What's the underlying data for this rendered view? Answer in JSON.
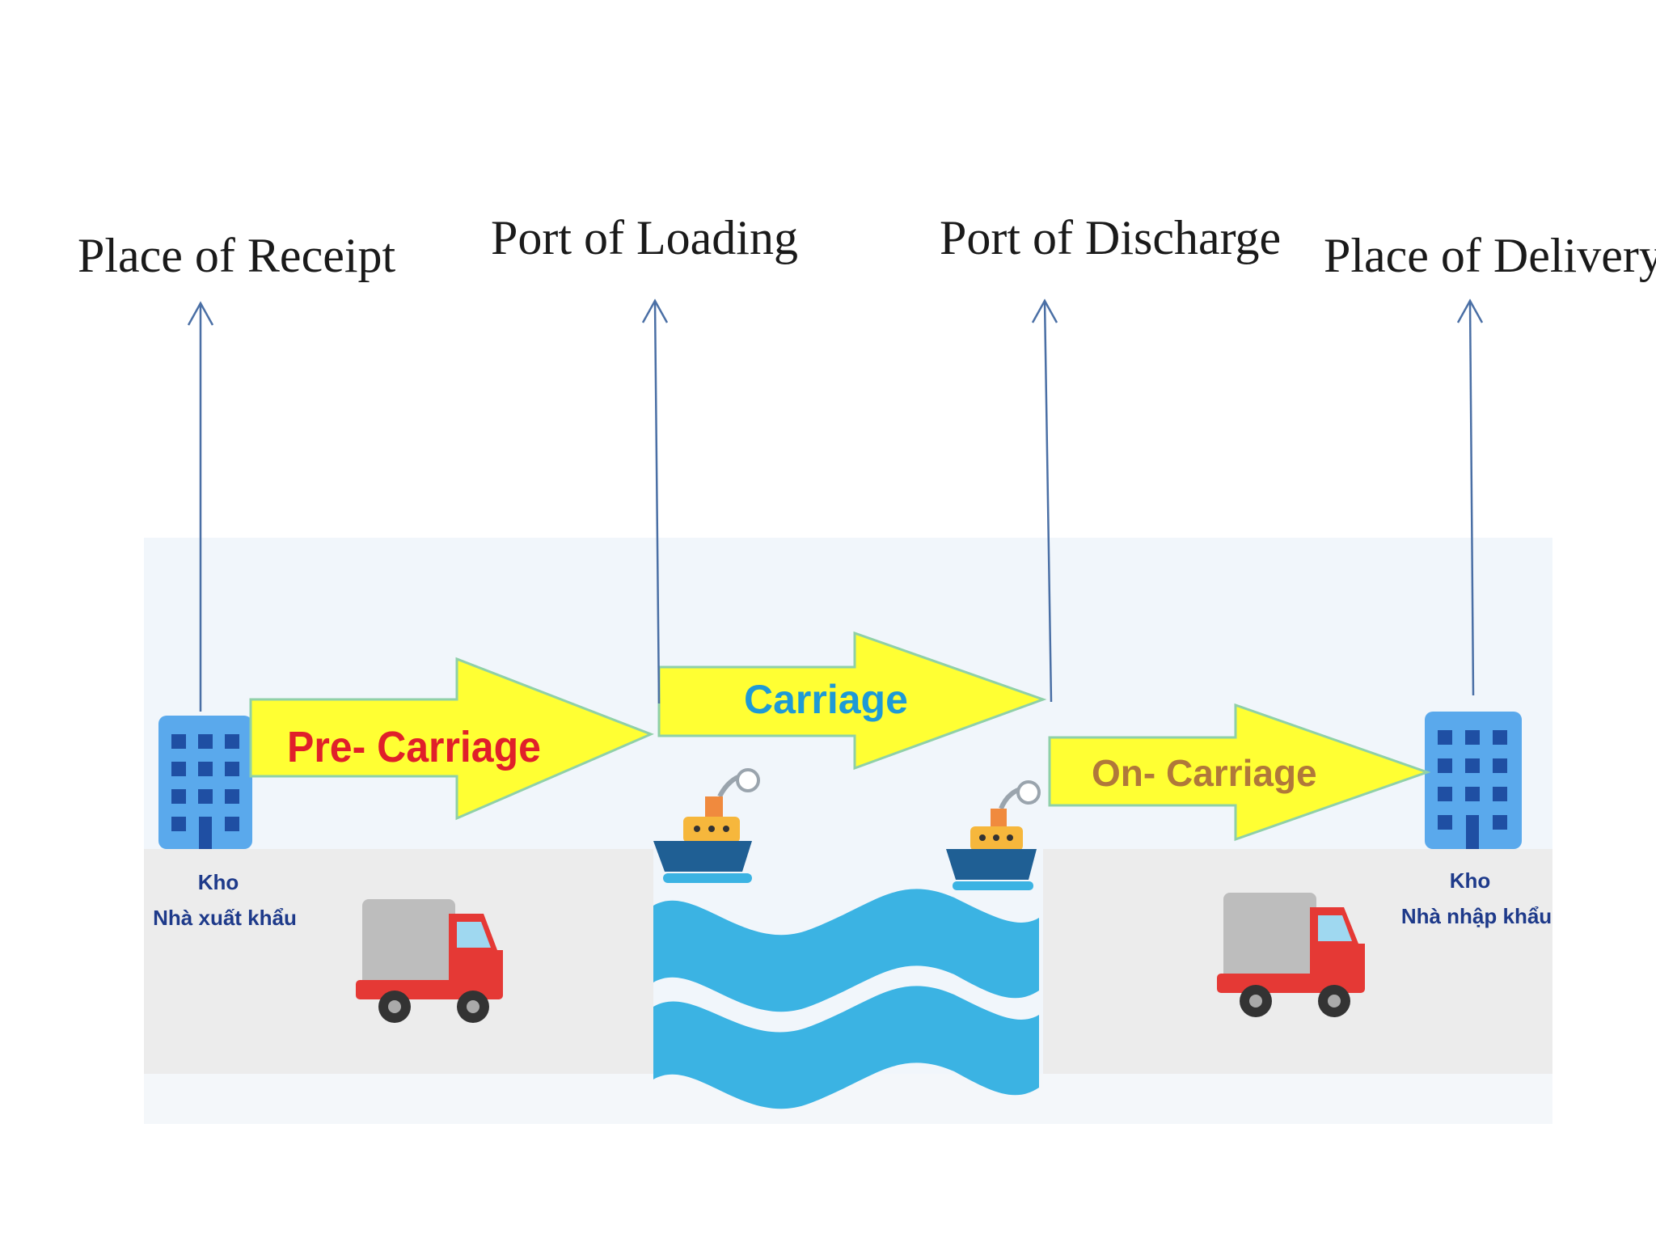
{
  "points": [
    {
      "id": "place-of-receipt",
      "label": "Place of Receipt"
    },
    {
      "id": "port-of-loading",
      "label": "Port of Loading"
    },
    {
      "id": "port-of-discharge",
      "label": "Port of Discharge"
    },
    {
      "id": "place-of-delivery",
      "label": "Place of Delivery"
    }
  ],
  "legs": {
    "pre_carriage": "Pre- Carriage",
    "carriage": "Carriage",
    "on_carriage": "On- Carriage"
  },
  "warehouses": {
    "exporter": {
      "line1": "Kho",
      "line2": "Nhà xuất khẩu"
    },
    "importer": {
      "line1": "Kho",
      "line2": "Nhà nhập khẩu"
    }
  },
  "colors": {
    "arrow_fill": "#ffff33",
    "pre_carriage_text": "#e0202a",
    "carriage_text": "#1e9ad6",
    "on_carriage_text": "#b0783a",
    "water": "#3bb3e3",
    "building": "#5aa9ec",
    "truck_cab": "#e53935",
    "truck_box": "#bdbdbd",
    "pointer_line": "#4a6fa5"
  }
}
